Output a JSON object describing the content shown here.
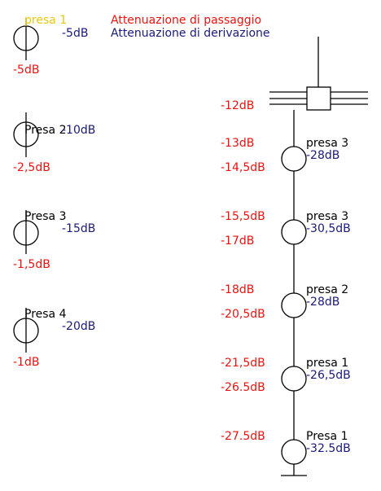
{
  "colors": {
    "legend_pass": "#e8130f",
    "legend_deriv": "#1a1a7a",
    "outlet_1_label": "#e8c80f",
    "line": "#000000",
    "text": "#000000"
  },
  "legend": {
    "passage": "Attenuazione di passaggio",
    "derivation": "Attenuazione di derivazione"
  },
  "left_outlets": [
    {
      "label": "presa 1",
      "deriv": "-5dB",
      "pass": "-5dB"
    },
    {
      "label": "Presa 2",
      "deriv": "-10dB",
      "pass": "-2,5dB"
    },
    {
      "label": "Presa 3",
      "deriv": "-15dB",
      "pass": "-1,5dB"
    },
    {
      "label": "Presa 4",
      "deriv": "-20dB",
      "pass": "-1dB"
    }
  ],
  "riser": {
    "splitter_level": "-12dB",
    "outlets": [
      {
        "label": "presa 3",
        "deriv": "-28dB",
        "in": "-13dB",
        "out": "-14,5dB"
      },
      {
        "label": "presa 3",
        "deriv": "-30,5dB",
        "in": "-15,5dB",
        "out": "-17dB"
      },
      {
        "label": "presa 2",
        "deriv": "-28dB",
        "in": "-18dB",
        "out": "-20,5dB"
      },
      {
        "label": "presa 1",
        "deriv": "-26,5dB",
        "in": "-21,5dB",
        "out": "-26.5dB"
      },
      {
        "label": "Presa 1",
        "deriv": "-32.5dB",
        "in": "-27.5dB"
      }
    ]
  }
}
